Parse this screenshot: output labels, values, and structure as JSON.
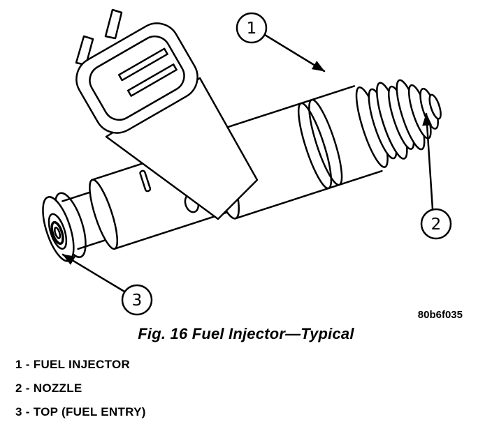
{
  "figure": {
    "caption": "Fig. 16 Fuel Injector—Typical",
    "code": "80b6f035",
    "line_color": "#000000",
    "background_color": "#ffffff",
    "callouts": [
      {
        "number": "1",
        "label": "FUEL INJECTOR",
        "legend_text": "1 - FUEL INJECTOR"
      },
      {
        "number": "2",
        "label": "NOZZLE",
        "legend_text": "2 - NOZZLE"
      },
      {
        "number": "3",
        "label": "TOP (FUEL ENTRY)",
        "legend_text": "3 - TOP (FUEL ENTRY)"
      }
    ]
  }
}
